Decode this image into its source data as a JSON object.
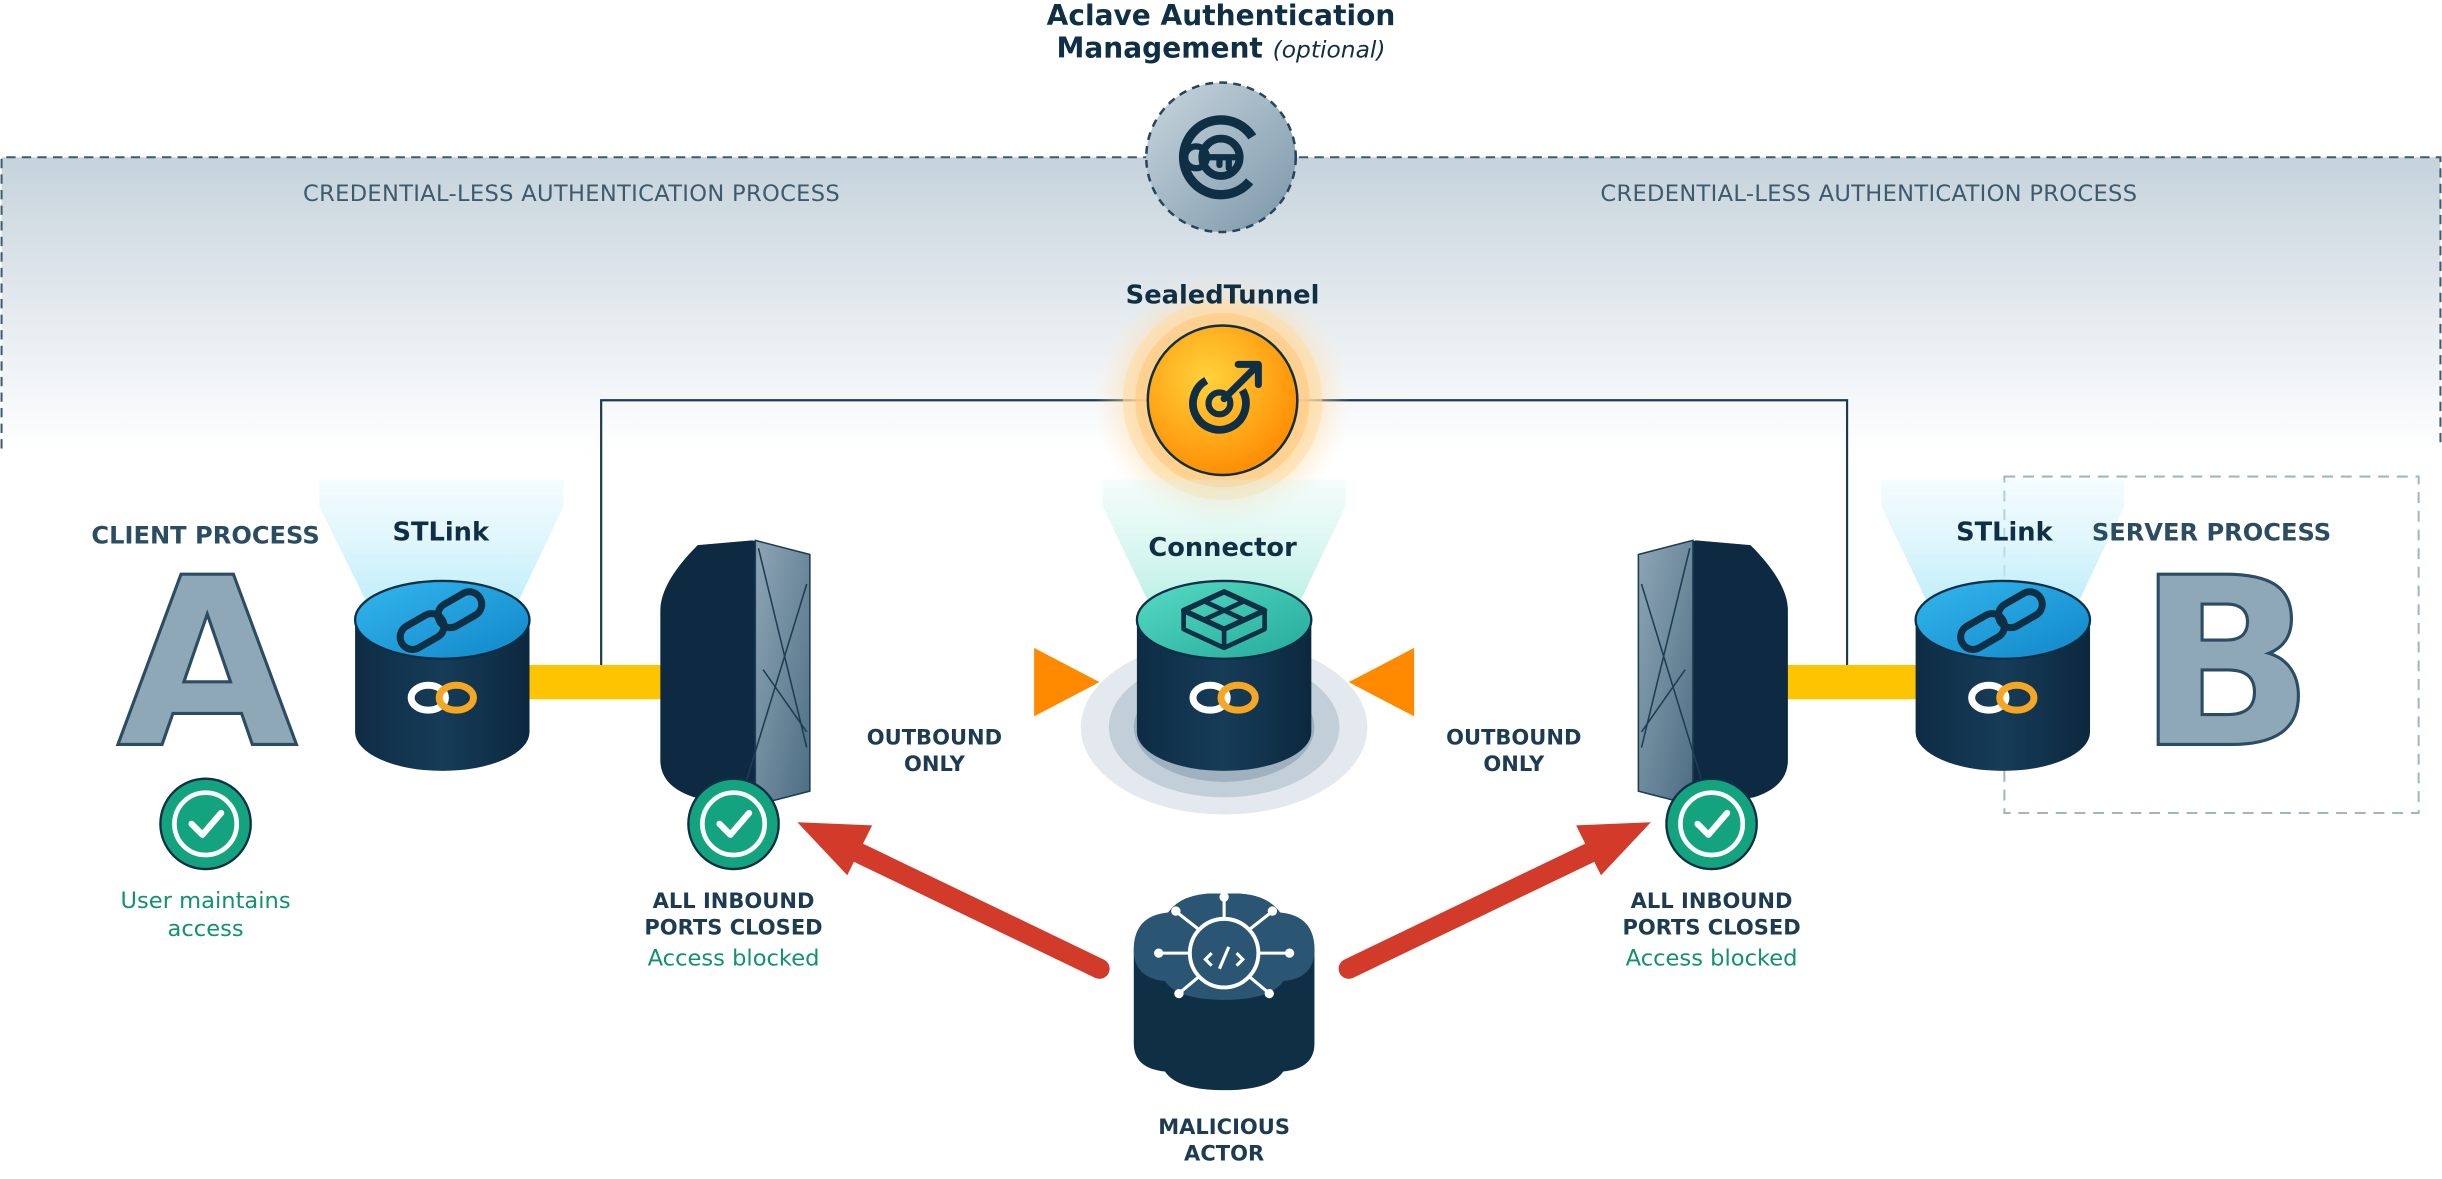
{
  "title": {
    "main_line1": "Aclave Authentication",
    "main_line2": "Management",
    "optional": "(optional)"
  },
  "band": {
    "left_label": "CREDENTIAL-LESS AUTHENTICATION PROCESS",
    "right_label": "CREDENTIAL-LESS AUTHENTICATION PROCESS"
  },
  "nodes": {
    "sealed_tunnel": "SealedTunnel",
    "connector": "Connector",
    "stlink_left": "STLink",
    "stlink_right": "STLink"
  },
  "processes": {
    "client_label": "CLIENT PROCESS",
    "client_letter": "A",
    "server_label": "SERVER PROCESS",
    "server_letter": "B"
  },
  "flows": {
    "outbound_left_1": "OUTBOUND",
    "outbound_left_2": "ONLY",
    "outbound_right_1": "OUTBOUND",
    "outbound_right_2": "ONLY"
  },
  "status": {
    "user_line1": "User maintains",
    "user_line2": "access",
    "inbound_left_1": "ALL INBOUND",
    "inbound_left_2": "PORTS CLOSED",
    "blocked_left": "Access blocked",
    "inbound_right_1": "ALL INBOUND",
    "inbound_right_2": "PORTS CLOSED",
    "blocked_right": "Access blocked"
  },
  "threat": {
    "line1": "MALICIOUS",
    "line2": "ACTOR"
  },
  "colors": {
    "navy": "#0f2f45",
    "green": "#12926f",
    "orange": "#ff8a00",
    "yellow": "#ffc400",
    "red": "#d23a2a",
    "cyan": "#1aa6df",
    "teal": "#3cc9b0"
  }
}
